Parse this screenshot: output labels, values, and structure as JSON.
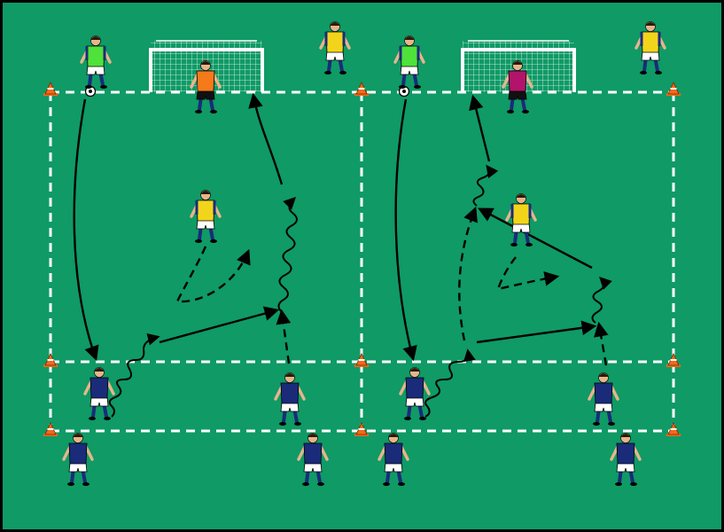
{
  "colors": {
    "pitch": "#0f9a66",
    "border": "#000000",
    "lines": "#ffffff",
    "cone": "#f26a1b",
    "attacker_shirt": "#1a2b7a",
    "defender_shirt": "#f2d51b",
    "server_shirt": "#4ee23a",
    "keeper_left": "#f47a1a",
    "keeper_right": "#b3136b"
  },
  "legend": [],
  "players": [
    {
      "role": "server",
      "shirt": "server_shirt"
    },
    {
      "role": "goalkeeper",
      "shirt": "keeper_left"
    },
    {
      "role": "defender-waiting",
      "shirt": "defender_shirt"
    },
    {
      "role": "defender",
      "shirt": "defender_shirt"
    },
    {
      "role": "attacker",
      "shirt": "attacker_shirt"
    },
    {
      "role": "attacker",
      "shirt": "attacker_shirt"
    },
    {
      "role": "server",
      "shirt": "server_shirt"
    },
    {
      "role": "goalkeeper",
      "shirt": "keeper_right"
    },
    {
      "role": "defender-waiting",
      "shirt": "defender_shirt"
    },
    {
      "role": "defender",
      "shirt": "defender_shirt"
    },
    {
      "role": "attacker",
      "shirt": "attacker_shirt"
    },
    {
      "role": "attacker",
      "shirt": "attacker_shirt"
    },
    {
      "role": "reserve",
      "shirt": "attacker_shirt"
    },
    {
      "role": "reserve",
      "shirt": "attacker_shirt"
    },
    {
      "role": "reserve",
      "shirt": "attacker_shirt"
    },
    {
      "role": "reserve",
      "shirt": "attacker_shirt"
    }
  ],
  "cones_count": 9,
  "goals_count": 2,
  "balls_count": 2
}
